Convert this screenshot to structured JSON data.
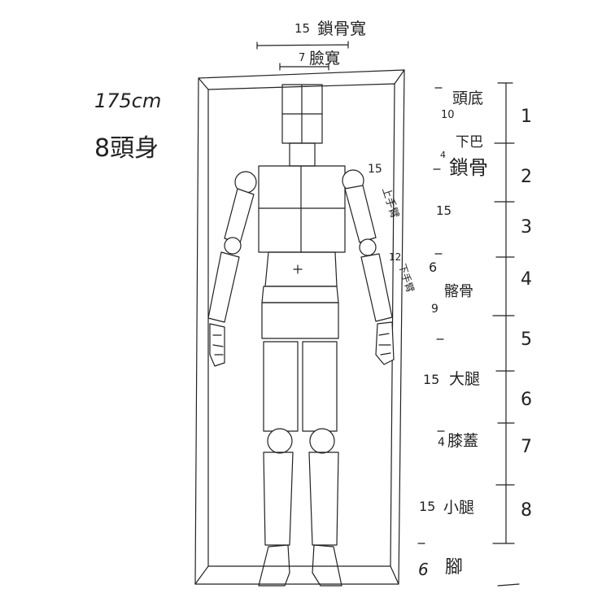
{
  "top": {
    "shoulder_value": "15",
    "shoulder_label": "鎖骨寬",
    "face_value": "7",
    "face_label": "臉寬"
  },
  "figure_info": {
    "height": "175cm",
    "heads": "8頭身"
  },
  "arm_notes": {
    "upper_value": "15",
    "upper_label": "上手臂",
    "lower_value": "12",
    "lower_label": "下手臂"
  },
  "body_notes": [
    {
      "value": "",
      "label": "頭底"
    },
    {
      "value": "10",
      "label": ""
    },
    {
      "value": "",
      "label": "下巴"
    },
    {
      "value": "4",
      "label": "鎖骨"
    },
    {
      "value": "15",
      "label": ""
    },
    {
      "value": "6",
      "label": ""
    },
    {
      "value": "",
      "label": "髂骨"
    },
    {
      "value": "9",
      "label": ""
    },
    {
      "value": "15",
      "label": "大腿"
    },
    {
      "value": "4",
      "label": "膝蓋"
    },
    {
      "value": "15",
      "label": "小腿"
    },
    {
      "value": "6",
      "label": "腳"
    }
  ],
  "scale_numbers": [
    "1",
    "2",
    "3",
    "4",
    "5",
    "6",
    "7",
    "8"
  ]
}
